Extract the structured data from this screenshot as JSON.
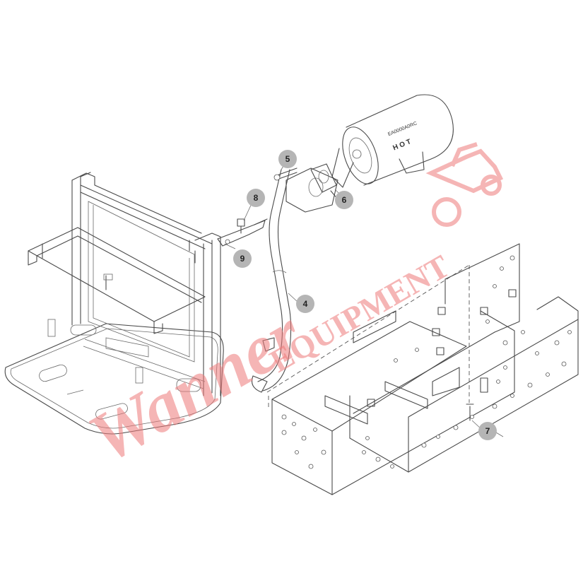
{
  "diagram": {
    "callouts": [
      {
        "id": "callout-4",
        "number": "4"
      },
      {
        "id": "callout-5",
        "number": "5"
      },
      {
        "id": "callout-6",
        "number": "6"
      },
      {
        "id": "callout-7",
        "number": "7"
      },
      {
        "id": "callout-8",
        "number": "8"
      },
      {
        "id": "callout-9",
        "number": "9"
      }
    ],
    "muffler_decal_part": "EA0000A0RC",
    "muffler_decal_hot": "H O T"
  },
  "watermark": {
    "brand_script": "Wanner",
    "brand_block": "EQUIPMENT",
    "color": "#ee7a7a"
  },
  "colors": {
    "line": "#4a4a4a",
    "callout_fill": "#b5b5b5"
  }
}
